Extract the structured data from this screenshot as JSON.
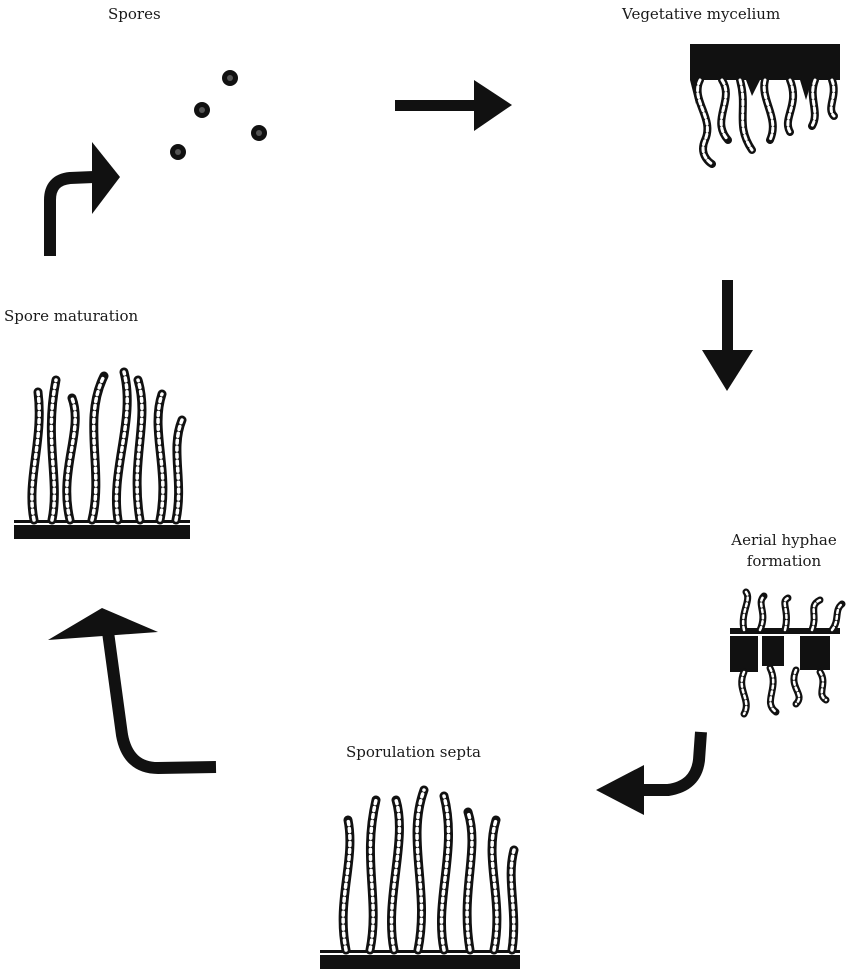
{
  "stages": [
    {
      "id": "spores",
      "label": "Spores"
    },
    {
      "id": "vegetative-mycelium",
      "label": "Vegetative mycelium"
    },
    {
      "id": "aerial-hyphae",
      "label_line1": "Aerial hyphae",
      "label_line2": "formation"
    },
    {
      "id": "sporulation-septa",
      "label": "Sporulation septa"
    },
    {
      "id": "spore-maturation",
      "label": "Spore maturation"
    }
  ],
  "colors": {
    "ink": "#111111",
    "hyphae_fill": "#ffffff"
  }
}
